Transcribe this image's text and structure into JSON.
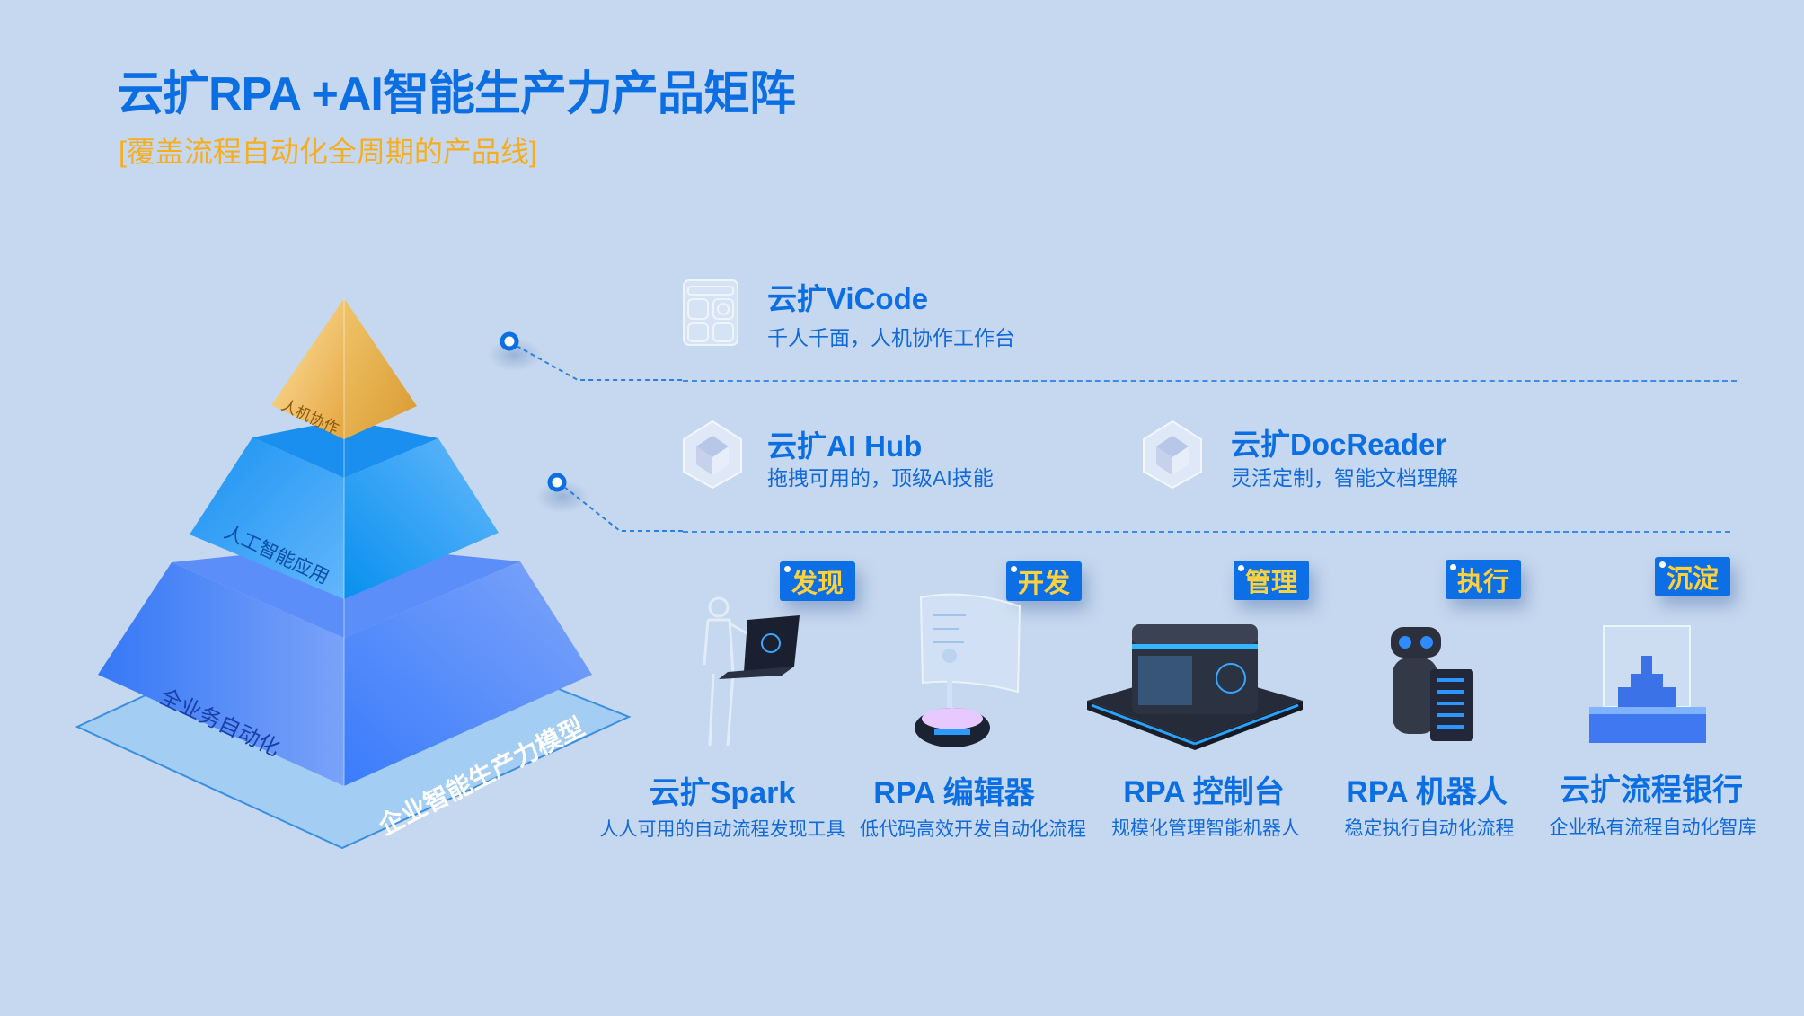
{
  "header": {
    "title": "云扩RPA +AI智能生产力产品矩阵",
    "subtitle": "[覆盖流程自动化全周期的产品线]"
  },
  "pyramid": {
    "top": "人机协作",
    "middle": "人工智能应用",
    "bottom": "全业务自动化",
    "base": "企业智能生产力模型"
  },
  "upper_products": [
    {
      "name": "云扩ViCode",
      "desc": "千人千面，人机协作工作台",
      "icon": "dashboard-grid-icon"
    },
    {
      "name": "云扩AI Hub",
      "desc": "拖拽可用的，顶级AI技能",
      "icon": "cube-icon"
    },
    {
      "name": "云扩DocReader",
      "desc": "灵活定制，智能文档理解",
      "icon": "cube-icon"
    }
  ],
  "lifecycle": [
    {
      "tag": "发现",
      "name": "云扩Spark",
      "desc": "人人可用的自动流程发现工具"
    },
    {
      "tag": "开发",
      "name": "RPA 编辑器",
      "desc": "低代码高效开发自动化流程"
    },
    {
      "tag": "管理",
      "name": "RPA 控制台",
      "desc": "规模化管理智能机器人"
    },
    {
      "tag": "执行",
      "name": "RPA 机器人",
      "desc": "稳定执行自动化流程"
    },
    {
      "tag": "沉淀",
      "name": "云扩流程银行",
      "desc": "企业私有流程自动化智库"
    }
  ],
  "colors": {
    "background": "#c6d8ef",
    "brand_blue": "#0b6ee3",
    "accent_orange": "#f6ad1f",
    "tag_text": "#ffd23c"
  }
}
